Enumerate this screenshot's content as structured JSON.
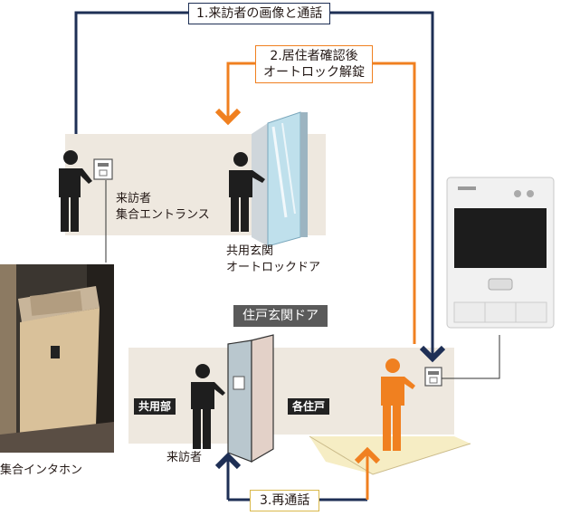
{
  "steps": {
    "step1": "1.来訪者の画像と通話",
    "step2_line1": "2.居住者確認後",
    "step2_line2": "オートロック解錠",
    "step3": "3.再通話"
  },
  "labels": {
    "visitor_entrance": "来訪者",
    "entrance_place": "集合エントランス",
    "common_door_line1": "共用玄関",
    "common_door_line2": "オートロックドア",
    "dwelling_door": "住戸玄関ドア",
    "common_area": "共用部",
    "each_unit": "各住戸",
    "visitor_corridor": "来訪者",
    "intercom_photo": "集合インタホン"
  },
  "colors": {
    "navy": "#1e2f55",
    "orange": "#f08020",
    "yellow": "#d9b84a",
    "wall": "#eee8df"
  }
}
